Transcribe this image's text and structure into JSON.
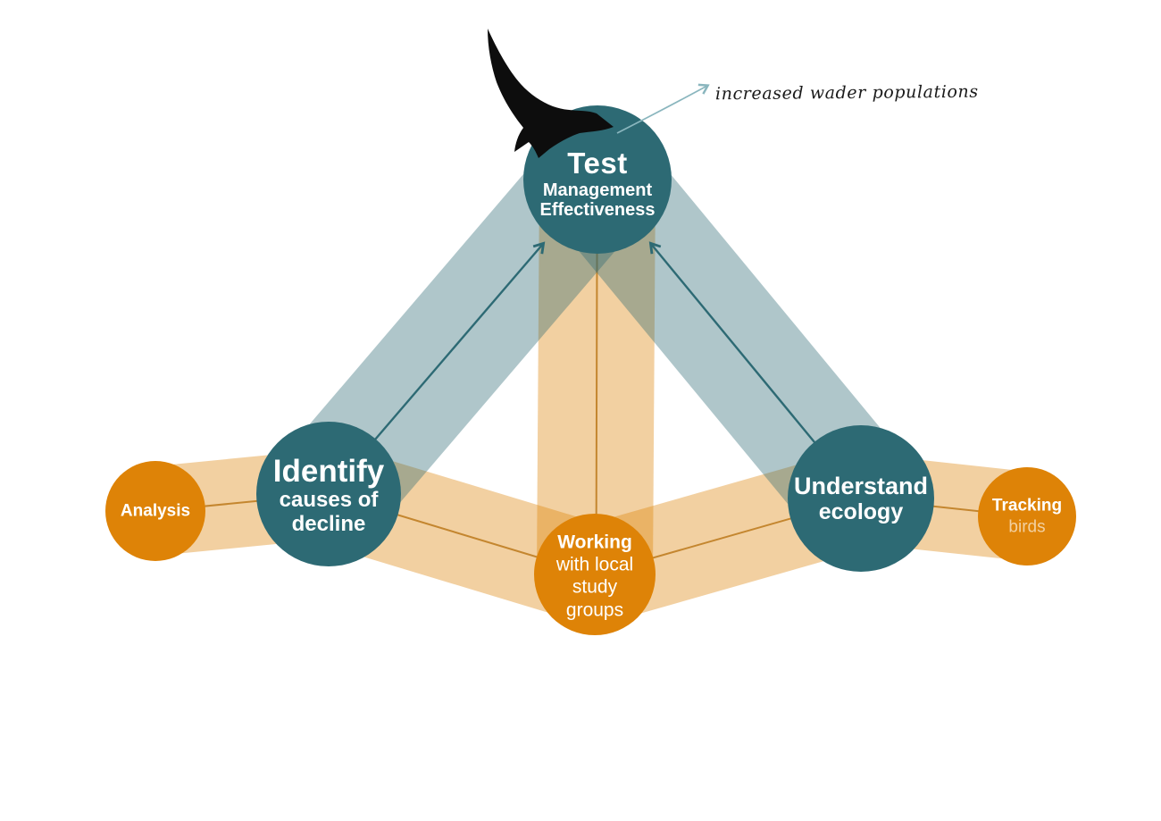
{
  "annotation": {
    "label": "increased wader populations"
  },
  "nodes": {
    "test": {
      "line1": "Test",
      "line2": "Management",
      "line3": "Effectiveness"
    },
    "identify": {
      "line1": "Identify",
      "line2": "causes of",
      "line3": "decline"
    },
    "analysis": {
      "line1": "Analysis"
    },
    "working": {
      "line1": "Working",
      "line2": "with local",
      "line3": "study",
      "line4": "groups"
    },
    "understand": {
      "line1": "Understand",
      "line2": "ecology"
    },
    "tracking": {
      "line1": "Tracking",
      "line2": "birds"
    }
  },
  "edges": [
    {
      "from": "analysis",
      "to": "identify",
      "style": "orange-band-with-line"
    },
    {
      "from": "identify",
      "to": "working",
      "style": "orange-band-with-line"
    },
    {
      "from": "working",
      "to": "understand",
      "style": "orange-band-with-line"
    },
    {
      "from": "understand",
      "to": "tracking",
      "style": "orange-band-with-line"
    },
    {
      "from": "working",
      "to": "test",
      "style": "orange-band-with-line"
    },
    {
      "from": "identify",
      "to": "test",
      "style": "teal-band-with-arrow"
    },
    {
      "from": "understand",
      "to": "test",
      "style": "teal-band-with-arrow"
    },
    {
      "from": "test",
      "to": "annotation",
      "style": "curved-annotation-arrow"
    }
  ],
  "icons": {
    "bird": "bird-silhouette-icon",
    "flow_arrow": "flow-arrow-icon",
    "annotation_arrow": "annotation-arrow-icon"
  },
  "colors": {
    "teal": "#2d6a74",
    "orange": "#de8307",
    "line_orange": "#bf7d22",
    "annotation_arrow": "#8ab6be",
    "bird": "#0d0d0d",
    "text_on_circle": "#ffffff",
    "muted_text_on_orange": "#f3cd96",
    "annotation_text": "#1a1a1a",
    "background": "#ffffff"
  }
}
